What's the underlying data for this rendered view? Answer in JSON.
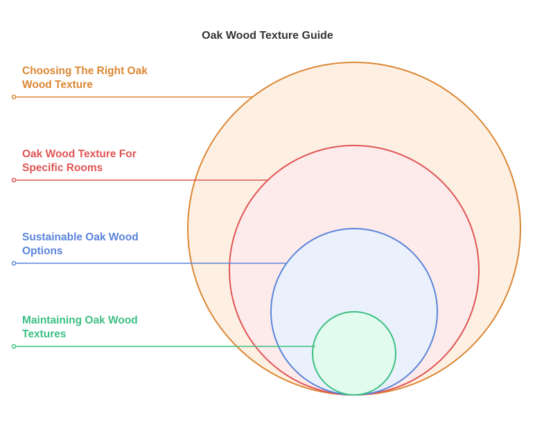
{
  "title": "Oak Wood Texture Guide",
  "layers": [
    {
      "label_line1": "Choosing The Right Oak",
      "label_line2": "Wood Texture",
      "stroke": "#dc8633",
      "fill": "#fdf0e3"
    },
    {
      "label_line1": "Oak Wood Texture For",
      "label_line2": "Specific Rooms",
      "stroke": "#e05454",
      "fill": "#fdeaea"
    },
    {
      "label_line1": "Sustainable Oak Wood",
      "label_line2": "Options",
      "stroke": "#5a84da",
      "fill": "#eaf1fc"
    },
    {
      "label_line1": "Maintaining Oak Wood",
      "label_line2": "Textures",
      "stroke": "#3cbf82",
      "fill": "#e1fbef"
    }
  ]
}
